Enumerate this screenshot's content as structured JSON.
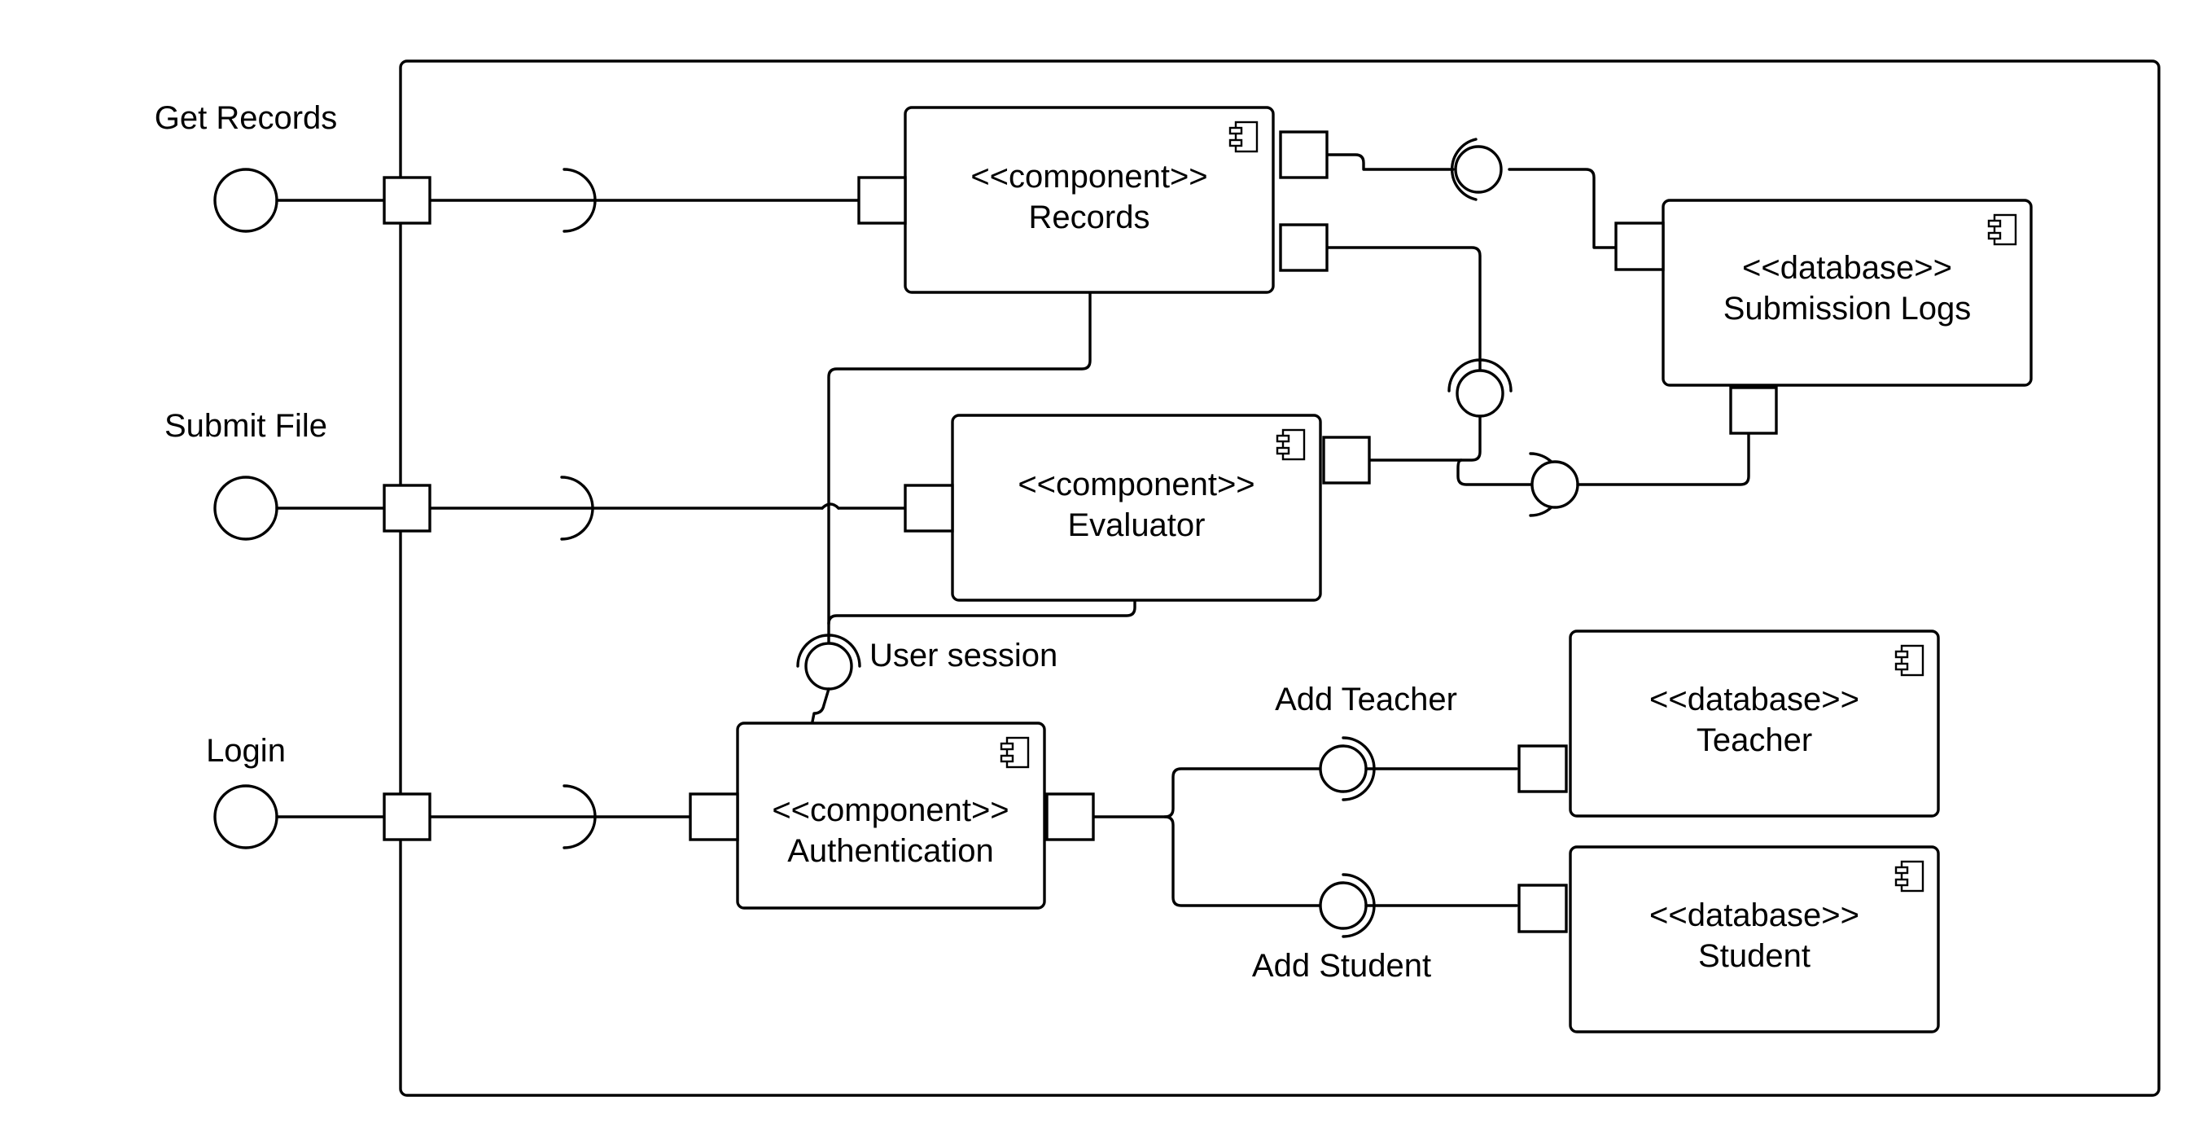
{
  "external_interfaces": {
    "get_records": "Get Records",
    "submit_file": "Submit File",
    "login": "Login"
  },
  "components": {
    "records": {
      "stereotype": "<<component>>",
      "name": "Records"
    },
    "evaluator": {
      "stereotype": "<<component>>",
      "name": "Evaluator"
    },
    "authentication": {
      "stereotype": "<<component>>",
      "name": "Authentication"
    },
    "submission_logs": {
      "stereotype": "<<database>>",
      "name": "Submission Logs"
    },
    "teacher": {
      "stereotype": "<<database>>",
      "name": "Teacher"
    },
    "student": {
      "stereotype": "<<database>>",
      "name": "Student"
    }
  },
  "interface_labels": {
    "user_session": "User session",
    "add_teacher": "Add Teacher",
    "add_student": "Add Student"
  },
  "colors": {
    "stroke": "#000000",
    "fill": "#ffffff"
  }
}
